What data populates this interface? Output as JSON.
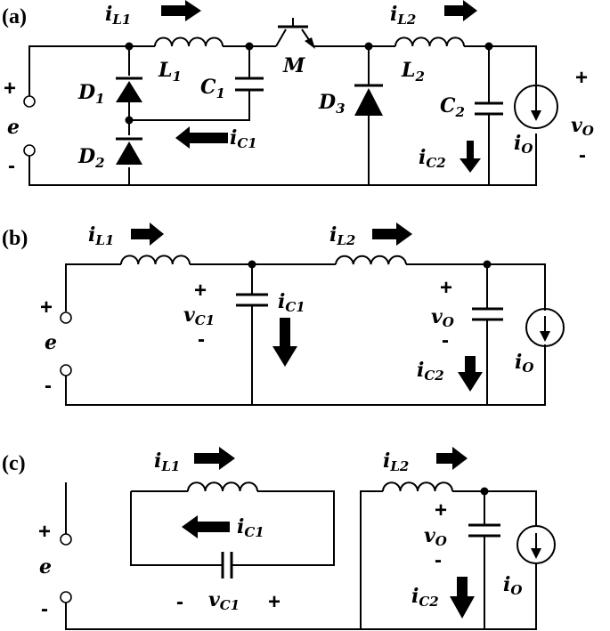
{
  "panels": {
    "a": {
      "tag": "(a)",
      "il1": [
        "i",
        "L1"
      ],
      "l1": [
        "L",
        "1"
      ],
      "c1": [
        "C",
        "1"
      ],
      "m": "M",
      "il2": [
        "i",
        "L2"
      ],
      "l2": [
        "L",
        "2"
      ],
      "d1": [
        "D",
        "1"
      ],
      "d2": [
        "D",
        "2"
      ],
      "ic1": [
        "i",
        "C1"
      ],
      "d3": [
        "D",
        "3"
      ],
      "c2": [
        "C",
        "2"
      ],
      "ic2": [
        "i",
        "C2"
      ],
      "io": [
        "i",
        "O"
      ],
      "vo": [
        "v",
        "O"
      ],
      "e": "e",
      "plus": "+",
      "minus": "-"
    },
    "b": {
      "tag": "(b)",
      "il1": [
        "i",
        "L1"
      ],
      "il2": [
        "i",
        "L2"
      ],
      "vc1": [
        "v",
        "C1"
      ],
      "ic1": [
        "i",
        "C1"
      ],
      "vo": [
        "v",
        "O"
      ],
      "ic2": [
        "i",
        "C2"
      ],
      "io": [
        "i",
        "O"
      ],
      "e": "e",
      "plus": "+",
      "minus": "-"
    },
    "c": {
      "tag": "(c)",
      "il1": [
        "i",
        "L1"
      ],
      "ic1": [
        "i",
        "C1"
      ],
      "vc1": [
        "v",
        "C1"
      ],
      "il2": [
        "i",
        "L2"
      ],
      "vo": [
        "v",
        "O"
      ],
      "ic2": [
        "i",
        "C2"
      ],
      "io": [
        "i",
        "O"
      ],
      "e": "e",
      "plus": "+",
      "minus": "-"
    }
  }
}
